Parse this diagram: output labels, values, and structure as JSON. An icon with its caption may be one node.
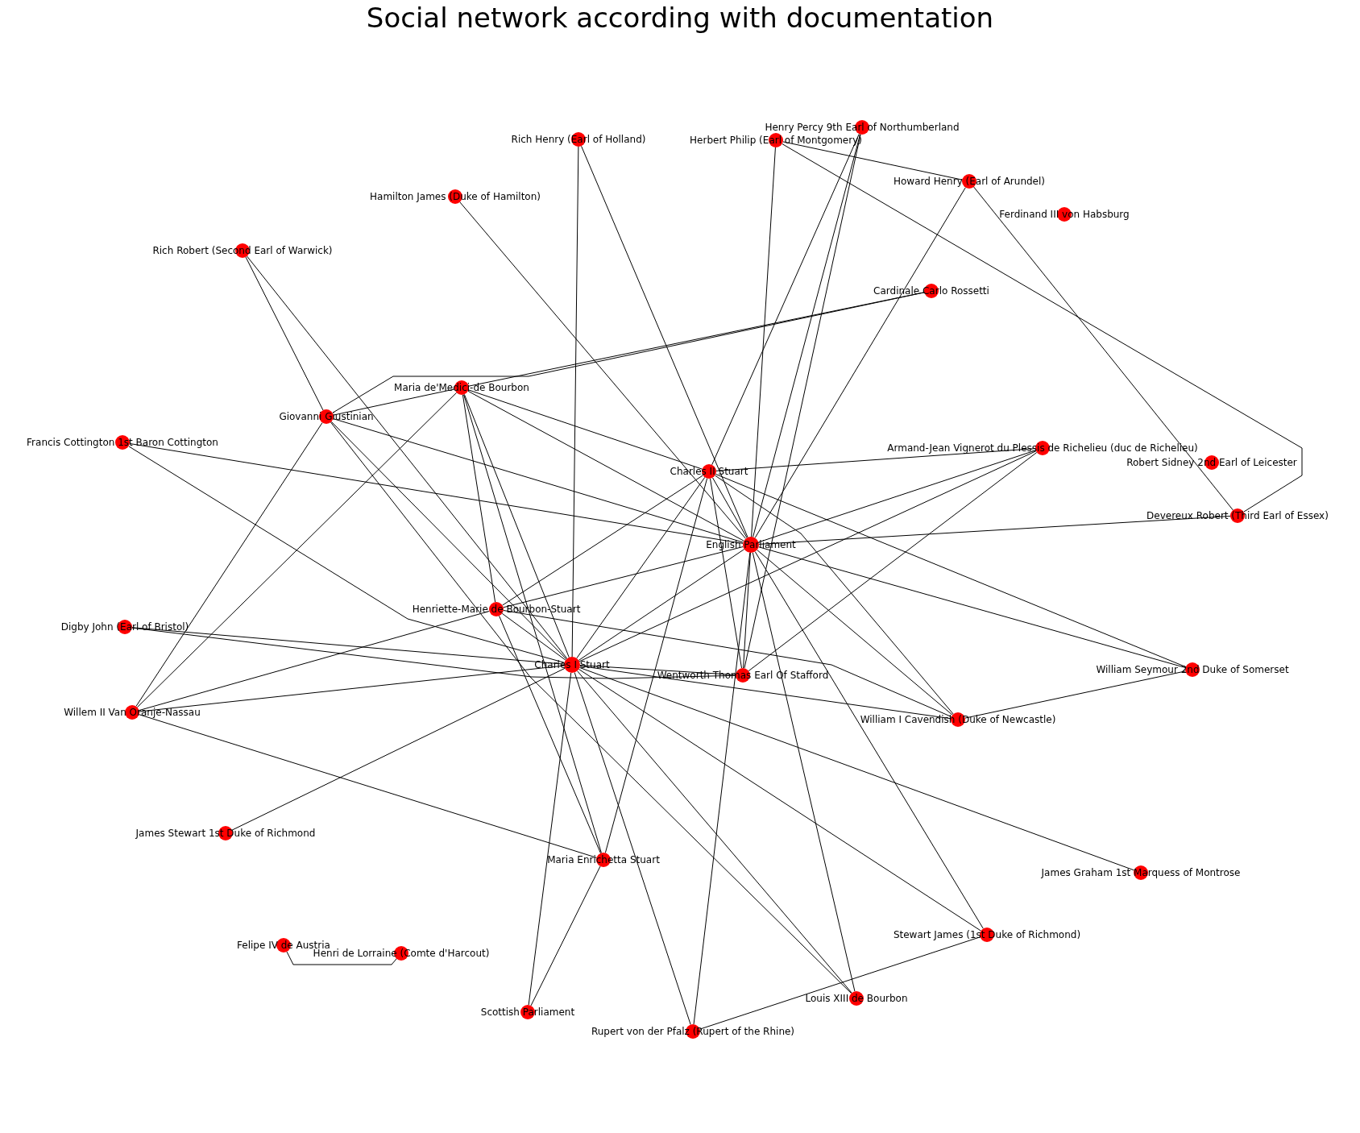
{
  "diagram": {
    "title": "Social network according with documentation",
    "nodes": [
      {
        "text": [
          "Rich Henry (Earl of Holland)"
        ]
      },
      {
        "text": [
          "Henry Percy 9th Earl of Northumberland"
        ]
      },
      {
        "text": [
          "Herbert Philip (Earl of Montgomery)"
        ]
      },
      {
        "text": [
          "Hamilton James (Duke of Hamilton)"
        ]
      },
      {
        "text": [
          "Howard Henry (Earl of Arundel)"
        ]
      },
      {
        "text": [
          "Ferdinand III von Habsburg"
        ]
      },
      {
        "text": [
          "Rich Robert (Second Earl of Warwick)"
        ]
      },
      {
        "text": [
          "Cardinale Carlo Rossetti"
        ]
      },
      {
        "text": [
          "Maria de'Medici-de Bourbon"
        ]
      },
      {
        "text": [
          "Giovanni Giustinian"
        ]
      },
      {
        "text": [
          "Francis Cottington 1st Baron Cottington"
        ]
      },
      {
        "text": [
          "Charles II Stuart"
        ]
      },
      {
        "text": [
          "Armand-Jean Vignerot du Plessis de Richelieu (duc de Richelieu)"
        ]
      },
      {
        "text": [
          "Robert Sidney 2nd Earl of Leicester"
        ]
      },
      {
        "text": [
          "Devereux Robert (Third Earl of Essex)"
        ]
      },
      {
        "text": [
          "English Parliament"
        ]
      },
      {
        "text": [
          "Henriette-Marie de Bourbon-Stuart"
        ]
      },
      {
        "text": [
          "Digby John (Earl of Bristol)"
        ]
      },
      {
        "text": [
          "Charles I Stuart"
        ]
      },
      {
        "text": [
          "Wentworth Thomas Earl Of Stafford"
        ]
      },
      {
        "text": [
          "William Seymour 2nd Duke of Somerset"
        ]
      },
      {
        "text": [
          "William I Cavendish (Duke of Newcastle)"
        ]
      },
      {
        "text": [
          "Willem II Van Oranje-Nassau"
        ]
      },
      {
        "text": [
          "James Stewart 1st Duke of Richmond"
        ]
      },
      {
        "text": [
          "Maria Enrichetta Stuart"
        ]
      },
      {
        "text": [
          "James Graham 1st Marquess of Montrose"
        ]
      },
      {
        "text": [
          "Stewart James (1st Duke of Richmond)"
        ]
      },
      {
        "text": [
          "Felipe IV de Austria"
        ]
      },
      {
        "text": [
          "Henri de Lorraine (Comte d'Harcout)"
        ]
      },
      {
        "text": [
          "Louis XIII de Bourbon"
        ]
      },
      {
        "text": [
          "Scottish Parliament"
        ]
      },
      {
        "text": [
          "Rupert von der Pfalz (Rupert of the Rhine)"
        ]
      }
    ],
    "edges": [
      {
        "from": 0,
        "to": 18,
        "arrow": "none"
      },
      {
        "from": 0,
        "to": 15,
        "arrow": "none"
      },
      {
        "from": 1,
        "to": 11,
        "arrow": "none"
      },
      {
        "from": 1,
        "to": 15,
        "arrow": "none"
      },
      {
        "from": 1,
        "to": 19,
        "arrow": "none"
      },
      {
        "from": 2,
        "to": 4,
        "arrow": "none"
      },
      {
        "from": 2,
        "to": 14,
        "arrow": "none"
      },
      {
        "from": 2,
        "to": 19,
        "arrow": "none"
      },
      {
        "from": 3,
        "to": 15,
        "arrow": "none"
      },
      {
        "from": 4,
        "to": 14,
        "arrow": "none"
      },
      {
        "from": 4,
        "to": 15,
        "arrow": "none"
      },
      {
        "from": 6,
        "to": 9,
        "arrow": "none"
      },
      {
        "from": 6,
        "to": 18,
        "arrow": "none"
      },
      {
        "from": 7,
        "to": 8,
        "arrow": "none"
      },
      {
        "from": 7,
        "to": 9,
        "arrow": "none"
      },
      {
        "from": 8,
        "to": 9,
        "arrow": "none"
      },
      {
        "from": 8,
        "to": 22,
        "arrow": "none"
      },
      {
        "from": 8,
        "to": 11,
        "arrow": "none"
      },
      {
        "from": 8,
        "to": 15,
        "arrow": "none"
      },
      {
        "from": 8,
        "to": 16,
        "arrow": "none"
      },
      {
        "from": 8,
        "to": 24,
        "arrow": "none"
      },
      {
        "from": 8,
        "to": 18,
        "arrow": "none"
      },
      {
        "from": 9,
        "to": 22,
        "arrow": "none"
      },
      {
        "from": 9,
        "to": 15,
        "arrow": "none"
      },
      {
        "from": 9,
        "to": 18,
        "arrow": "none"
      },
      {
        "from": 9,
        "to": 29,
        "arrow": "none"
      },
      {
        "from": 10,
        "to": 15,
        "arrow": "none"
      },
      {
        "from": 10,
        "to": 18,
        "arrow": "none"
      },
      {
        "from": 11,
        "to": 12,
        "arrow": "none"
      },
      {
        "from": 11,
        "to": 16,
        "arrow": "none"
      },
      {
        "from": 11,
        "to": 18,
        "arrow": "none"
      },
      {
        "from": 11,
        "to": 19,
        "arrow": "none"
      },
      {
        "from": 11,
        "to": 15,
        "arrow": "none"
      },
      {
        "from": 11,
        "to": 20,
        "arrow": "none"
      },
      {
        "from": 11,
        "to": 21,
        "arrow": "none"
      },
      {
        "from": 11,
        "to": 24,
        "arrow": "none"
      },
      {
        "from": 12,
        "to": 15,
        "arrow": "none"
      },
      {
        "from": 12,
        "to": 18,
        "arrow": "none"
      },
      {
        "from": 12,
        "to": 19,
        "arrow": "none"
      },
      {
        "from": 14,
        "to": 15,
        "arrow": "none"
      },
      {
        "from": 15,
        "to": 20,
        "arrow": "none"
      },
      {
        "from": 15,
        "to": 21,
        "arrow": "none"
      },
      {
        "from": 15,
        "to": 26,
        "arrow": "none"
      },
      {
        "from": 15,
        "to": 29,
        "arrow": "none"
      },
      {
        "from": 15,
        "to": 31,
        "arrow": "none"
      },
      {
        "from": 15,
        "to": 16,
        "arrow": "none"
      },
      {
        "from": 15,
        "to": 18,
        "arrow": "none"
      },
      {
        "from": 16,
        "to": 21,
        "arrow": "none"
      },
      {
        "from": 16,
        "to": 24,
        "arrow": "none"
      },
      {
        "from": 16,
        "to": 22,
        "arrow": "none"
      },
      {
        "from": 16,
        "to": 18,
        "arrow": "none"
      },
      {
        "from": 17,
        "to": 18,
        "arrow": "none"
      },
      {
        "from": 17,
        "to": 19,
        "arrow": "none"
      },
      {
        "from": 18,
        "to": 22,
        "arrow": "none"
      },
      {
        "from": 18,
        "to": 23,
        "arrow": "none"
      },
      {
        "from": 18,
        "to": 29,
        "arrow": "none"
      },
      {
        "from": 18,
        "to": 25,
        "arrow": "none"
      },
      {
        "from": 18,
        "to": 21,
        "arrow": "none"
      },
      {
        "from": 18,
        "to": 19,
        "arrow": "none"
      },
      {
        "from": 18,
        "to": 30,
        "arrow": "none"
      },
      {
        "from": 18,
        "to": 31,
        "arrow": "none"
      },
      {
        "from": 18,
        "to": 26,
        "arrow": "none"
      },
      {
        "from": 20,
        "to": 21,
        "arrow": "none"
      },
      {
        "from": 22,
        "to": 24,
        "arrow": "none"
      },
      {
        "from": 24,
        "to": 30,
        "arrow": "none"
      },
      {
        "from": 26,
        "to": 31,
        "arrow": "none"
      },
      {
        "from": 27,
        "to": 28,
        "arrow": "none"
      }
    ]
  }
}
